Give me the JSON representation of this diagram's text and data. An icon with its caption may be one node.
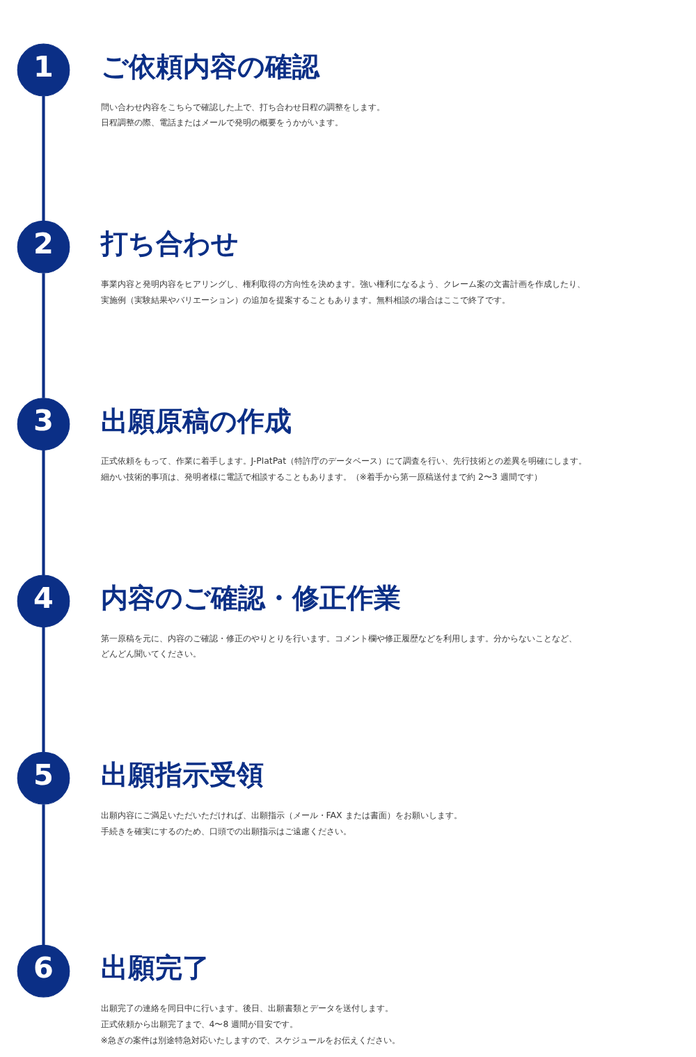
{
  "diagram": {
    "nodes": [
      {
        "text": [
          "1"
        ],
        "beside": [
          "ご依頼内容の確認",
          "問い合わせ内容をこちらで確認した上で、打ち合わせ日程の調整をします。",
          "日程調整の際、電話またはメールで発明の概要をうかがいます。"
        ]
      },
      {
        "text": [
          "2"
        ],
        "beside": [
          "打ち合わせ",
          "事業内容と発明内容をヒアリングし、権利取得の方向性を決めます。強い権利になるよう、クレーム案の文書計画を作成したり、実施例（実験結果やバリエーション）の追加を提案することもあります。無料相談の場合はここで終了です。"
        ]
      },
      {
        "text": [
          "3"
        ],
        "beside": [
          "出願原稿の作成",
          "正式依頼をもって、作業に着手します。J-PlatPat（特許庁のデータベース）にて調査を行い、先行技術との差異を明確にします。",
          "細かい技術的事項は、発明者様に電話で相談することもあります。（※着手から第一原稿送付まで約 2〜3 週間です）"
        ]
      },
      {
        "text": [
          "4"
        ],
        "beside": [
          "内容のご確認・修正作業",
          "第一原稿を元に、内容のご確認・修正のやりとりを行います。コメント欄や修正履歴などを利用します。分からないことなど、どんどん聞いてください。"
        ]
      },
      {
        "text": [
          "5"
        ],
        "beside": [
          "出願指示受領",
          "出願内容にご満足いただいただければ、出願指示（メール・FAX または書面）をお願いします。",
          "手続きを確実にするのため、口頭での出願指示はご遠慮ください。"
        ]
      },
      {
        "text": [
          "6"
        ],
        "beside": [
          "出願完了",
          "出願完了の連絡を同日中に行います。後日、出願書類とデータを送付します。",
          "正式依頼から出願完了まで、4〜8 週間が目安です。",
          "※急ぎの案件は別途特急対応いたしますので、スケジュールをお伝えください。"
        ]
      }
    ],
    "edges": [
      {
        "from": 0,
        "to": 1,
        "arrow": "none"
      },
      {
        "from": 1,
        "to": 2,
        "arrow": "none"
      },
      {
        "from": 2,
        "to": 3,
        "arrow": "none"
      },
      {
        "from": 3,
        "to": 4,
        "arrow": "none"
      },
      {
        "from": 4,
        "to": 5,
        "arrow": "none"
      }
    ]
  }
}
